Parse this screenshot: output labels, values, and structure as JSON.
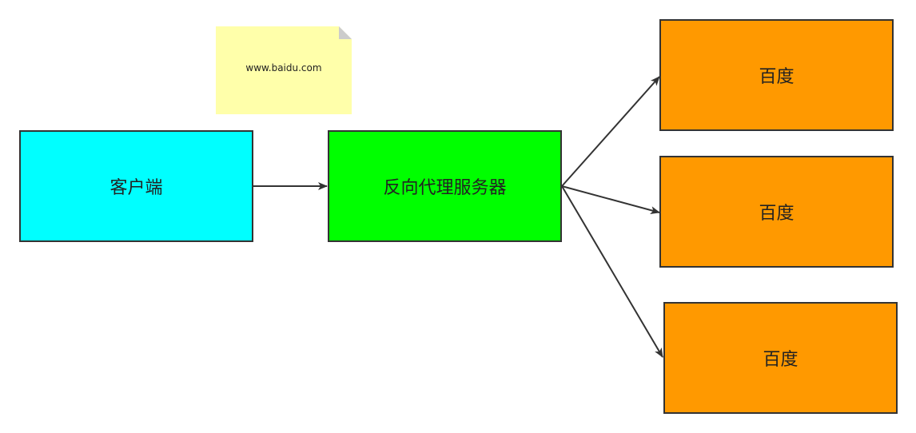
{
  "diagram": {
    "note": {
      "text": "www.baidu.com",
      "color": "#ffffaa",
      "fold_color": "#cccccc"
    },
    "nodes": {
      "client": {
        "label": "客户端",
        "color": "#00ffff"
      },
      "proxy": {
        "label": "反向代理服务器",
        "color": "#00ff00"
      },
      "server1": {
        "label": "百度",
        "color": "#ff9900"
      },
      "server2": {
        "label": "百度",
        "color": "#ff9900"
      },
      "server3": {
        "label": "百度",
        "color": "#ff9900"
      }
    },
    "edges": [
      {
        "from": "client",
        "to": "proxy"
      },
      {
        "from": "proxy",
        "to": "server1"
      },
      {
        "from": "proxy",
        "to": "server2"
      },
      {
        "from": "proxy",
        "to": "server3"
      }
    ],
    "edge_color": "#333333"
  }
}
